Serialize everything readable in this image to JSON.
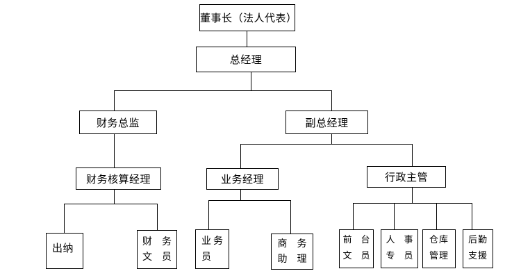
{
  "nodes": {
    "chairman": "董事长（法人代表）",
    "general_manager": "总经理",
    "finance_director": "财务总监",
    "deputy_general_manager": "副总经理",
    "accounting_manager": "财务核算经理",
    "business_manager": "业务经理",
    "admin_supervisor": "行政主管",
    "cashier": "出纳",
    "finance_clerk": "财　务\n文　员",
    "salesperson": "业务\n员",
    "business_assistant": "商　务\n助　理",
    "receptionist": "前　台\n文　员",
    "hr_specialist": "人　事\n专　员",
    "warehouse_management": "仓库\n管理",
    "logistics_support": "后勤\n支援"
  }
}
